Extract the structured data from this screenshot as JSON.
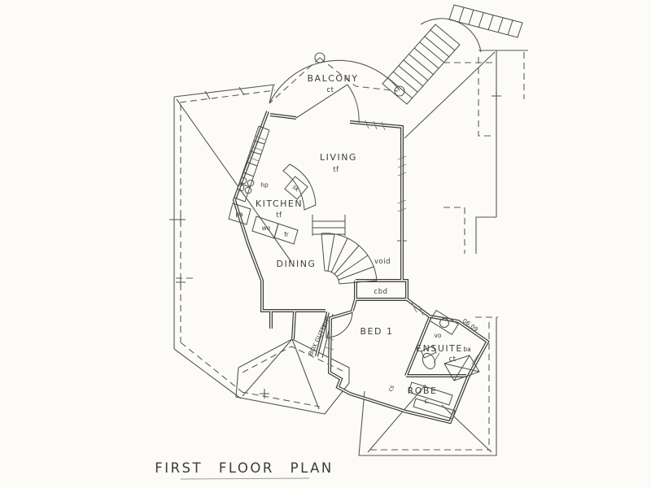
{
  "title": "FIRST FLOOR PLAN",
  "rooms": {
    "balcony": {
      "label": "BALCONY",
      "note": "ct"
    },
    "living": {
      "label": "LIVING",
      "note": "tf"
    },
    "kitchen": {
      "label": "KITCHEN",
      "note": "tf"
    },
    "dining": {
      "label": "DINING"
    },
    "void": {
      "label": "void"
    },
    "bed1": {
      "label": "BED 1"
    },
    "ensuite": {
      "label": "ENSUITE",
      "note": "ct"
    },
    "robe": {
      "label": "ROBE",
      "note": "c"
    }
  },
  "fixtures": {
    "cbd": "cbd",
    "pa": "pa",
    "hp": "hp",
    "wo": "wo",
    "fr": "fr",
    "sk": "sk",
    "vo": "vo",
    "ba": "ba",
    "cs": "cs"
  },
  "annotations": {
    "box_gutter": "BOX GUTTER",
    "dim": "06.09"
  },
  "colors": {
    "ink": "#3e3e3e",
    "paper": "#fcfbf8"
  }
}
